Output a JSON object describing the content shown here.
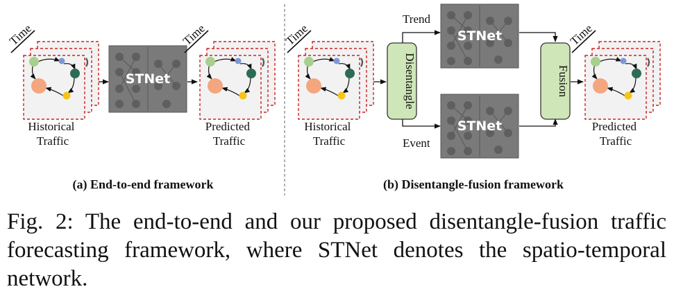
{
  "panel_a": {
    "time_label_in": "Time",
    "time_label_out": "Time",
    "stnet_label": "STNet",
    "input_label": [
      "Historical",
      "Traffic"
    ],
    "output_label": [
      "Predicted",
      "Traffic"
    ],
    "subcaption": "(a) End-to-end framework"
  },
  "panel_b": {
    "time_label_in": "Time",
    "time_label_out": "Time",
    "input_label": [
      "Historical",
      "Traffic"
    ],
    "output_label": [
      "Predicted",
      "Traffic"
    ],
    "disentangle_label": "Disentangle",
    "fusion_label": "Fusion",
    "trend_label": "Trend",
    "event_label": "Event",
    "stnet_top_label": "STNet",
    "stnet_bottom_label": "STNet",
    "subcaption": "(b) Disentangle-fusion framework"
  },
  "caption": "Fig. 2: The end-to-end and our proposed disentangle-fusion traffic forecasting framework, where STNet denotes the spatio-temporal network.",
  "colors": {
    "stack_border": "#cc2222",
    "stnet_fill": "#7a7a7a",
    "module_fill": "#cfe6b8",
    "node_green": "#a8d08d",
    "node_blue": "#7f96d6",
    "node_dark": "#2e6b57",
    "node_orange": "#f4a67f",
    "node_yellow": "#f5c518"
  }
}
